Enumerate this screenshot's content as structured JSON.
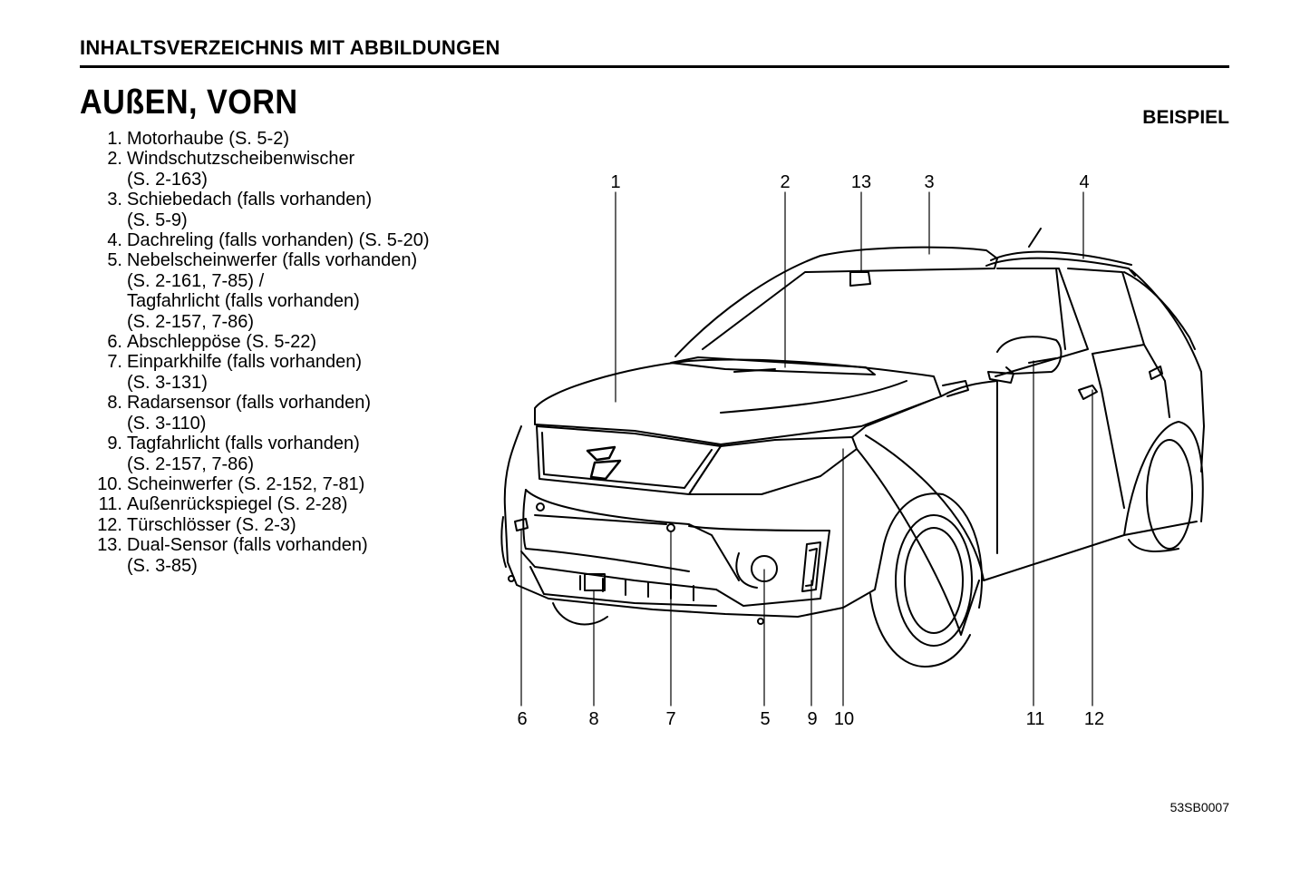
{
  "header": {
    "section_title": "INHALTSVERZEICHNIS MIT ABBILDUNGEN"
  },
  "page": {
    "title": "AUßEN, VORN",
    "example_label": "BEISPIEL",
    "image_code": "53SB0007"
  },
  "items": [
    {
      "num": "1.",
      "lines": [
        "Motorhaube (S. 5-2)"
      ]
    },
    {
      "num": "2.",
      "lines": [
        "Windschutzscheibenwischer",
        "(S. 2-163)"
      ]
    },
    {
      "num": "3.",
      "lines": [
        "Schiebedach (falls vorhanden)",
        "(S. 5-9)"
      ]
    },
    {
      "num": "4.",
      "lines": [
        "Dachreling (falls vorhanden) (S. 5-20)"
      ]
    },
    {
      "num": "5.",
      "lines": [
        "Nebelscheinwerfer (falls vorhanden)",
        "(S. 2-161, 7-85) /",
        "Tagfahrlicht (falls vorhanden)",
        "(S. 2-157, 7-86)"
      ]
    },
    {
      "num": "6.",
      "lines": [
        "Abschleppöse (S. 5-22)"
      ]
    },
    {
      "num": "7.",
      "lines": [
        "Einparkhilfe (falls vorhanden)",
        "(S. 3-131)"
      ]
    },
    {
      "num": "8.",
      "lines": [
        "Radarsensor (falls vorhanden)",
        "(S. 3-110)"
      ]
    },
    {
      "num": "9.",
      "lines": [
        "Tagfahrlicht (falls vorhanden)",
        "(S. 2-157, 7-86)"
      ]
    },
    {
      "num": "10.",
      "lines": [
        "Scheinwerfer (S. 2-152, 7-81)"
      ]
    },
    {
      "num": "11.",
      "lines": [
        "Außenrückspiegel (S. 2-28)"
      ]
    },
    {
      "num": "12.",
      "lines": [
        "Türschlösser (S. 2-3)"
      ]
    },
    {
      "num": "13.",
      "lines": [
        "Dual-Sensor (falls vorhanden)",
        "(S. 3-85)"
      ]
    }
  ],
  "callouts": {
    "c1": "1",
    "c2": "2",
    "c13": "13",
    "c3": "3",
    "c4": "4",
    "c6": "6",
    "c8": "8",
    "c7": "7",
    "c5": "5",
    "c9": "9",
    "c10": "10",
    "c11": "11",
    "c12": "12"
  }
}
